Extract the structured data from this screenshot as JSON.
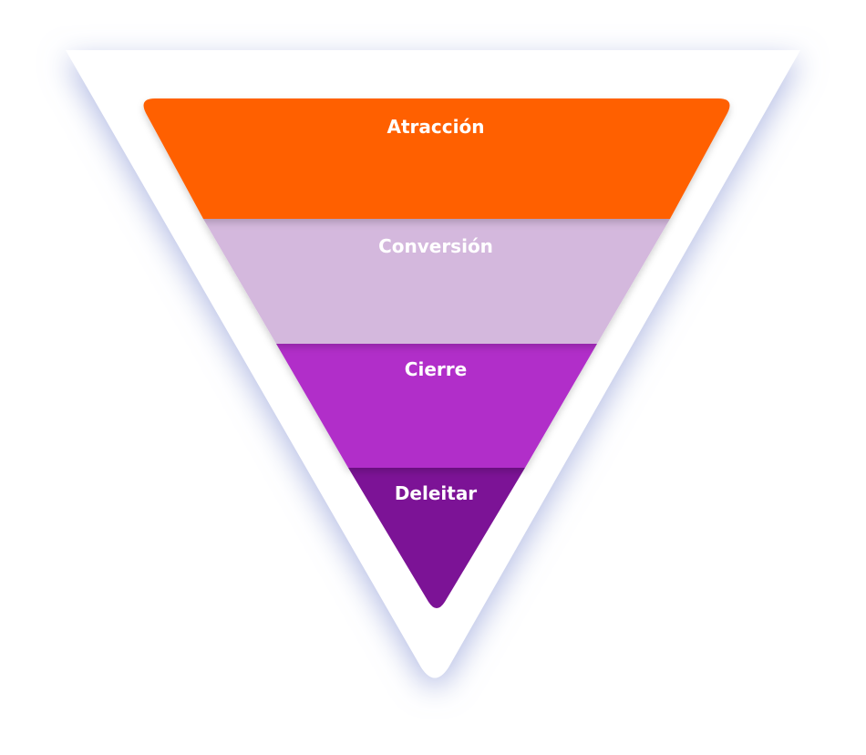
{
  "funnel": {
    "stages": [
      {
        "label": "Atracción",
        "color": "#ff6000"
      },
      {
        "label": "Conversión",
        "color": "#d4b8dd"
      },
      {
        "label": "Cierre",
        "color": "#b12ec9"
      },
      {
        "label": "Deleitar",
        "color": "#7c1396"
      }
    ],
    "outline_color": "#ffffff",
    "shadow_color": "#a9b3e0"
  }
}
